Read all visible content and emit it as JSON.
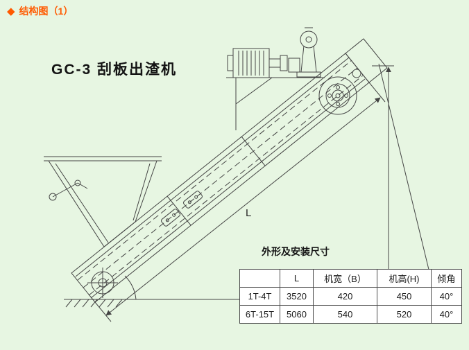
{
  "header": {
    "icon": "◆",
    "title": "结构图（1）"
  },
  "drawing": {
    "title": "GC-3 刮板出渣机",
    "dim_label": "L"
  },
  "table": {
    "title": "外形及安装尺寸",
    "headers": [
      "",
      "L",
      "机宽（B）",
      "机高(H)",
      "倾角"
    ],
    "rows": [
      [
        "1T-4T",
        "3520",
        "420",
        "450",
        "40°"
      ],
      [
        "6T-15T",
        "5060",
        "540",
        "520",
        "40°"
      ]
    ]
  },
  "colors": {
    "accent": "#ff5a00",
    "background": "#e7f6e2",
    "line": "#444444"
  }
}
